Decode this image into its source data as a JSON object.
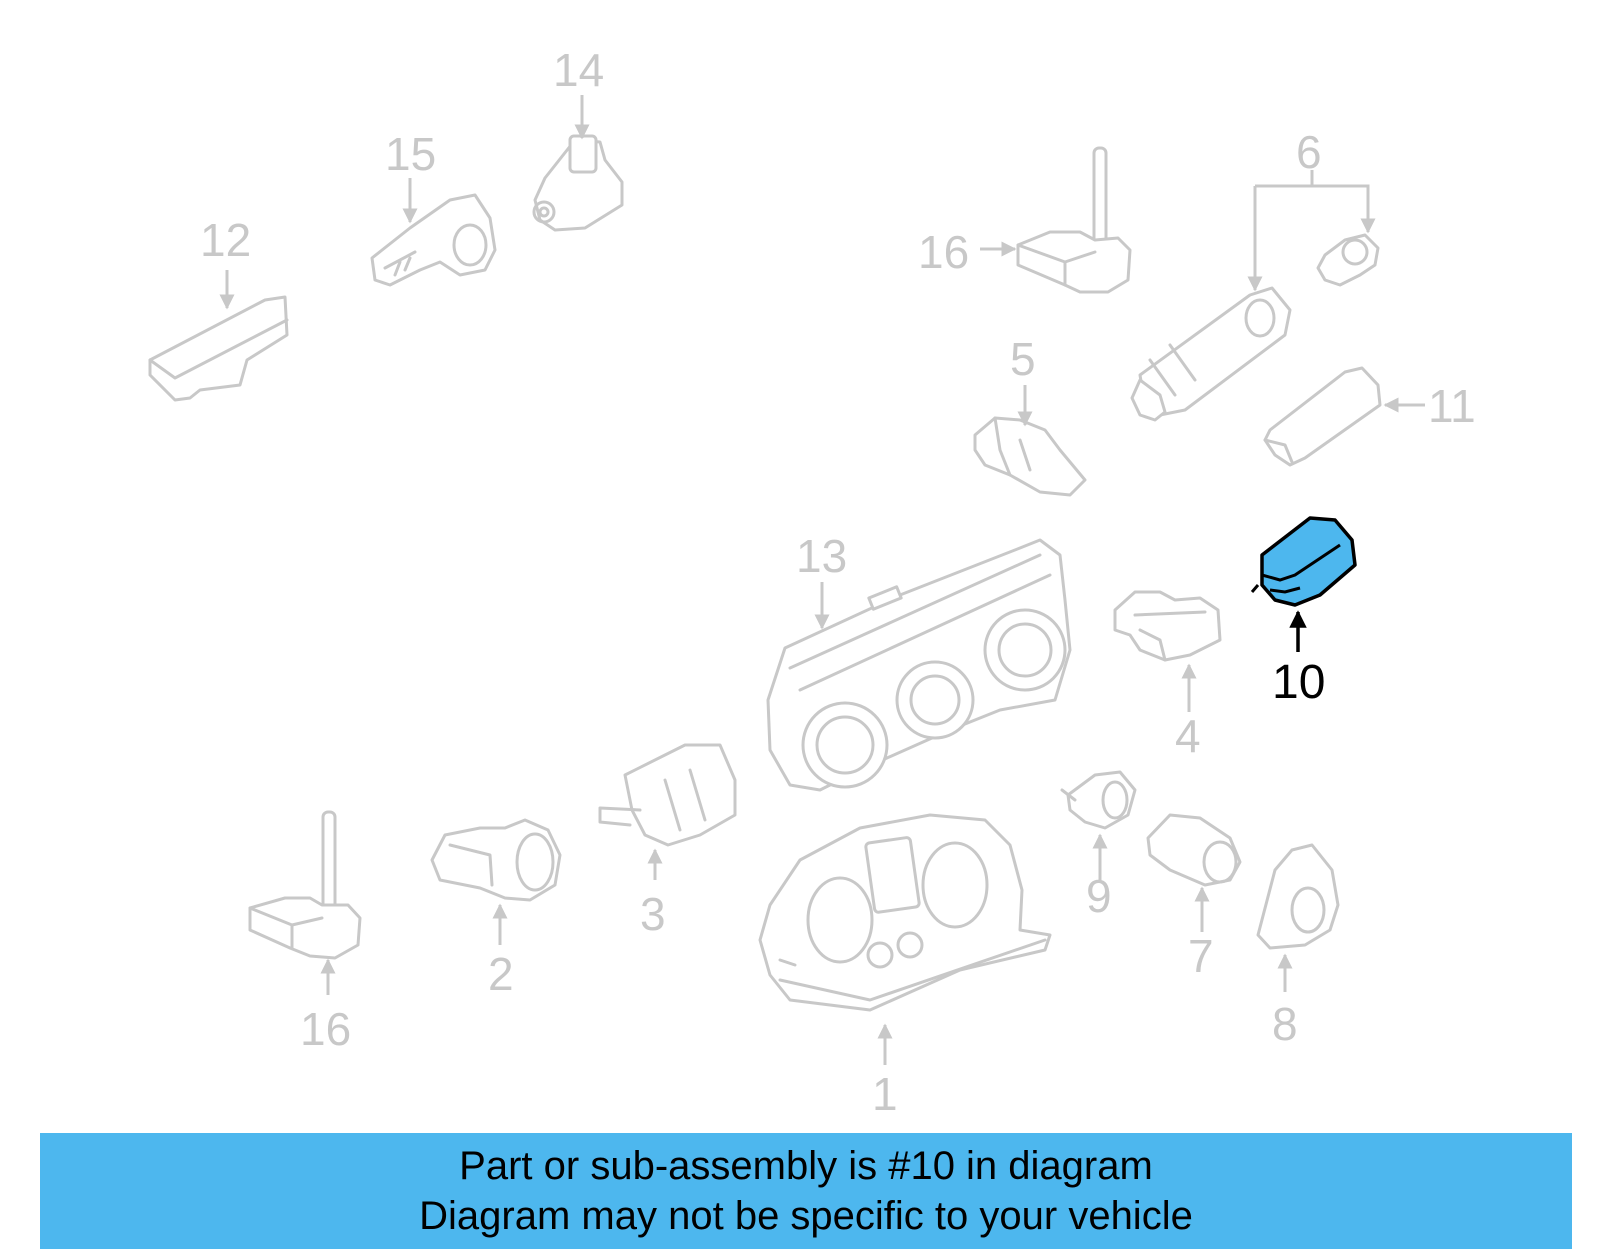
{
  "callouts": {
    "c1": "1",
    "c2": "2",
    "c3": "3",
    "c4": "4",
    "c5": "5",
    "c6": "6",
    "c7": "7",
    "c8": "8",
    "c9": "9",
    "c10": "10",
    "c11": "11",
    "c12": "12",
    "c13": "13",
    "c14": "14",
    "c15": "15",
    "c16a": "16",
    "c16b": "16"
  },
  "highlight": {
    "part_number": "10",
    "fill_color": "#4db7ee"
  },
  "banner": {
    "line1": "Part or sub-assembly is #10 in diagram",
    "line2": "Diagram may not be specific to your vehicle",
    "background": "#4db7ee"
  },
  "colors": {
    "faded_parts": "#c8c8c8",
    "highlight_outline": "#000000"
  }
}
